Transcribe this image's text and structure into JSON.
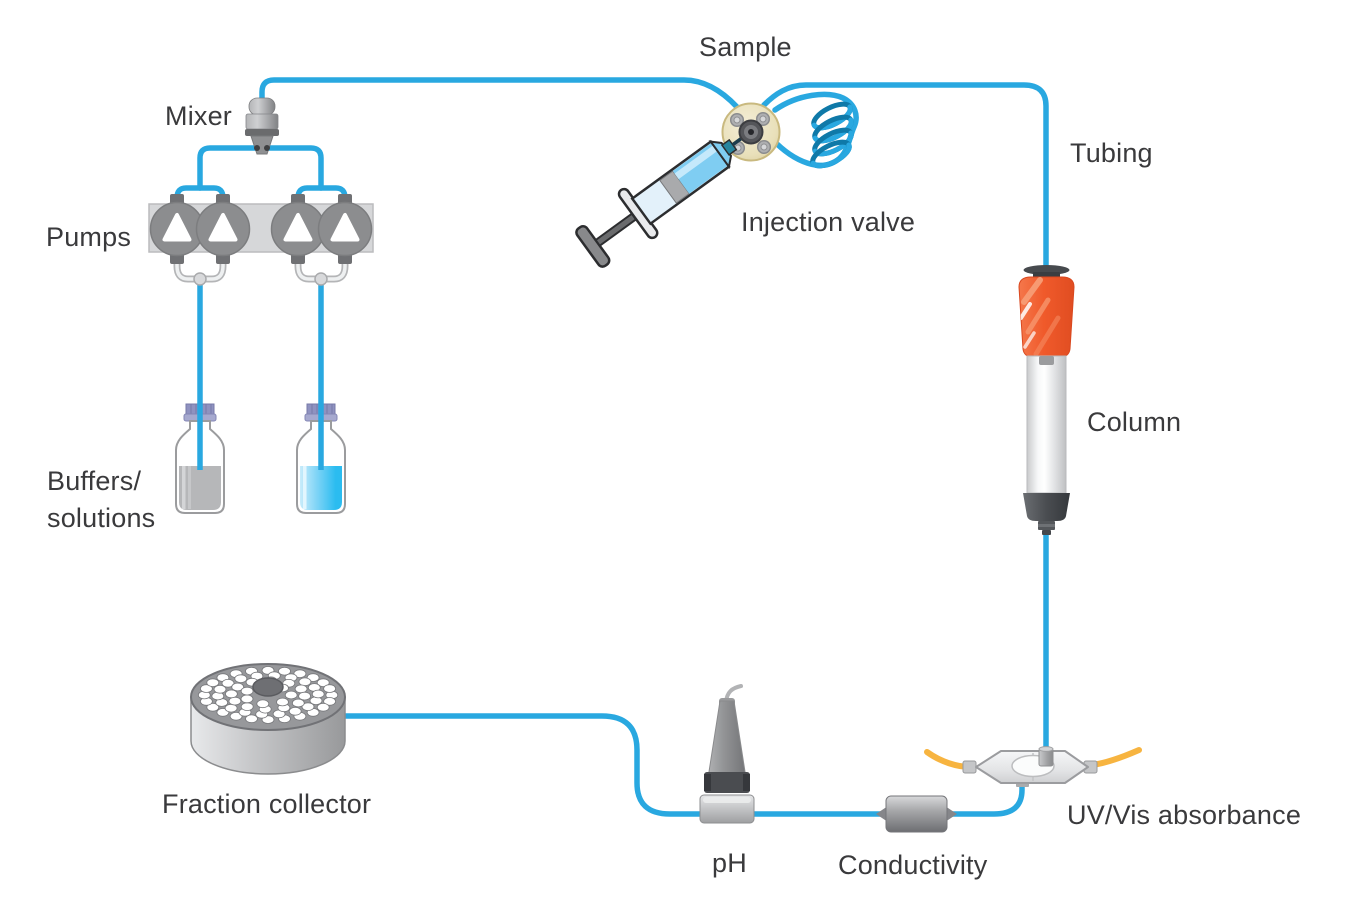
{
  "labels": {
    "sample": "Sample",
    "mixer": "Mixer",
    "pumps": "Pumps",
    "buffers_line1": "Buffers/",
    "buffers_line2": "solutions",
    "injection_valve": "Injection valve",
    "tubing": "Tubing",
    "column": "Column",
    "fraction_collector": "Fraction collector",
    "ph": "pH",
    "conductivity": "Conductivity",
    "uv_vis": "UV/Vis absorbance"
  },
  "colors": {
    "tubing_blue": "#29a8e0",
    "coil_back_blue": "#0f79a8",
    "column_orange": "#f05a2b",
    "fiber_yellow": "#f7b440",
    "valve_cream": "#e9e0ba",
    "buffer_gray_liquid": "#b6b7b9",
    "buffer_cyan_liquid": "#2bbcf0",
    "bottle_cap_purple": "#8f92c0",
    "component_gray": "#8c8d8f",
    "label_text": "#3a3a3c"
  },
  "icons": {
    "mixer-icon": "gray inline mixer cylinder",
    "pump-icon": "gray pump head circle with white triangle",
    "buffer-bottle-icon": "capped bottle with liquid",
    "syringe-icon": "syringe with blue sample",
    "injection-valve-icon": "round multiport valve",
    "sample-loop-icon": "coiled tubing loop",
    "column-icon": "chromatography column with orange cap",
    "uv-flow-cell-icon": "flow cell with optical fibers",
    "conductivity-monitor-icon": "inline cylinder sensor",
    "ph-probe-icon": "tapered pH electrode",
    "fraction-collector-icon": "round carousel with tube wells",
    "tubing-icon": "blue flow tubing"
  }
}
